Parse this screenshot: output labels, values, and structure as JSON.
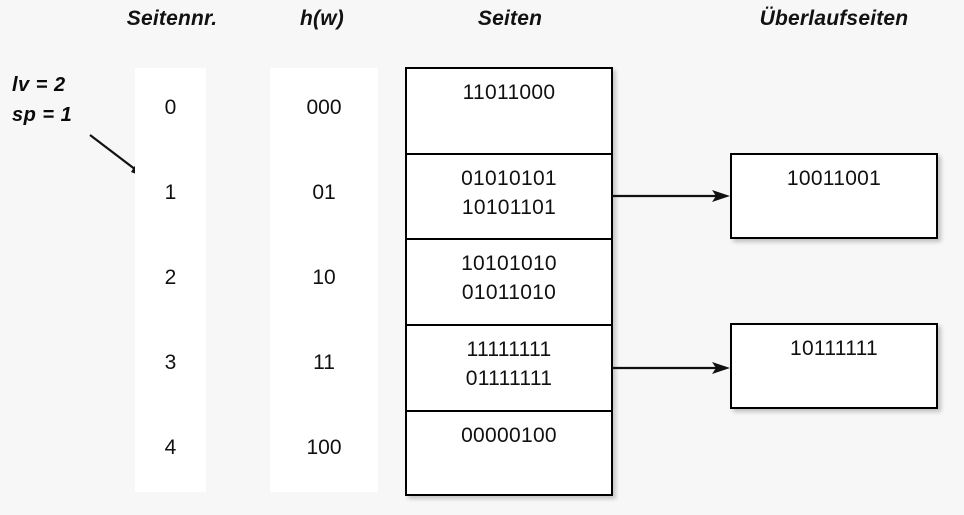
{
  "headers": {
    "seitennr": "Seitennr.",
    "hw": "h(w)",
    "seiten": "Seiten",
    "ueberlaufseiten": "Überlaufseiten"
  },
  "params": {
    "lv": "lv = 2",
    "sp": "sp = 1"
  },
  "rows": [
    {
      "seitennr": "0",
      "hw": "000"
    },
    {
      "seitennr": "1",
      "hw": "01"
    },
    {
      "seitennr": "2",
      "hw": "10"
    },
    {
      "seitennr": "3",
      "hw": "11"
    },
    {
      "seitennr": "4",
      "hw": "100"
    }
  ],
  "pages": [
    {
      "lines": [
        "11011000"
      ]
    },
    {
      "lines": [
        "01010101",
        "10101101"
      ]
    },
    {
      "lines": [
        "10101010",
        "01011010"
      ]
    },
    {
      "lines": [
        "11111111",
        "01111111"
      ]
    },
    {
      "lines": [
        "00000100"
      ]
    }
  ],
  "overflow_pages": [
    {
      "text": "10011001",
      "from_page": 1
    },
    {
      "text": "10111111",
      "from_page": 3
    }
  ],
  "colors": {
    "background": "#f7f7f7",
    "strip": "#ffffff",
    "stroke": "#000000",
    "text": "#111111"
  }
}
